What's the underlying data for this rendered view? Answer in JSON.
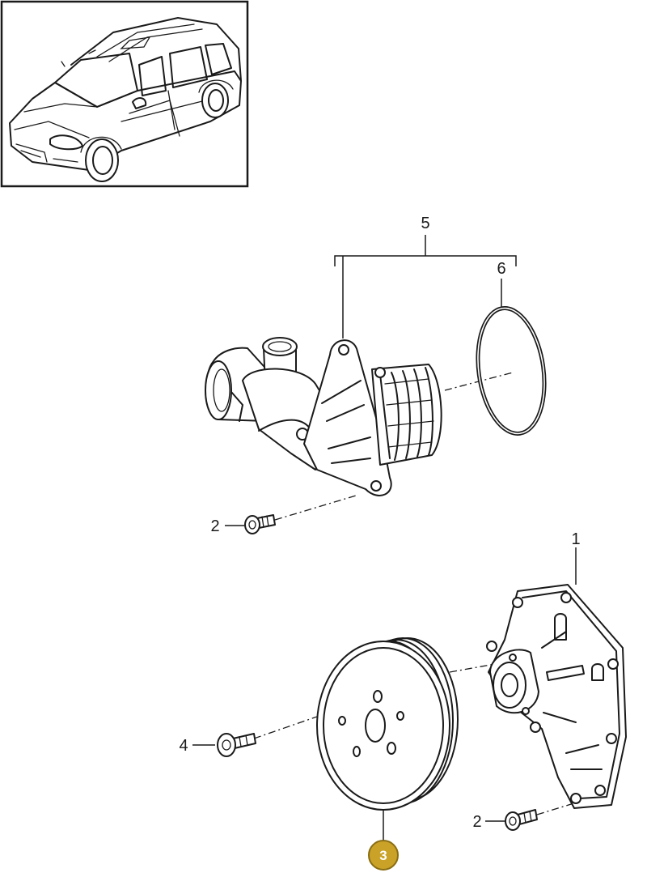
{
  "callouts": {
    "item1": "1",
    "item2a": "2",
    "item2b": "2",
    "item3": "3",
    "item4": "4",
    "item5": "5",
    "item6": "6"
  },
  "colors": {
    "line": "#1a1a1a",
    "highlight_badge": "#c9a227",
    "highlight_badge_border": "#8a6d12",
    "background": "#ffffff"
  },
  "highlighted_item": "3"
}
